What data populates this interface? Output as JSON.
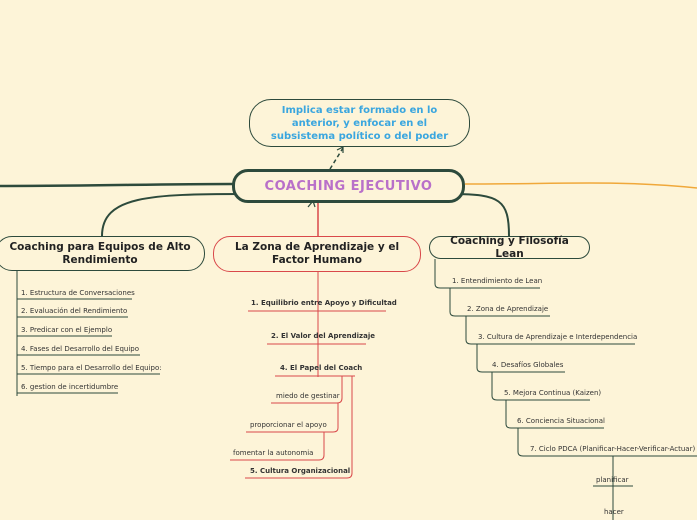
{
  "central": {
    "label": "COACHING EJECUTIVO"
  },
  "callout": {
    "text": "Implica estar formado en lo anterior, y enfocar en el subsistema político o del poder"
  },
  "left_branch": {
    "title": "Coaching para Equipos de Alto Rendimiento",
    "items": [
      "1. Estructura de Conversaciones",
      "2. Evaluación del Rendimiento",
      "3. Predicar con el Ejemplo",
      "4. Fases del Desarrollo del Equipo",
      "5. Tiempo para el Desarrollo del Equipo:",
      "6. gestion de incertidumbre"
    ]
  },
  "middle_branch": {
    "title": "La Zona de Aprendizaje y el Factor Humano",
    "items": [
      "1. Equilibrio entre Apoyo y Dificultad",
      "2. El Valor del Aprendizaje",
      "4. El Papel del Coach",
      "5. Cultura Organizacional"
    ],
    "coach_subitems": [
      "miedo de gestinar",
      "proporcionar el apoyo",
      "fomentar la autonomia"
    ]
  },
  "right_branch": {
    "title": "Coaching y Filosofía Lean",
    "items": [
      "1. Entendimiento de Lean",
      "2. Zona de Aprendizaje",
      "3. Cultura de Aprendizaje e Interdependencia",
      "4. Desafíos Globales",
      "5. Mejora Continua (Kaizen)",
      "6. Conciencia Situacional",
      "7. Ciclo PDCA (Planificar-Hacer-Verificar-Actuar)"
    ],
    "pdca_subitems": [
      "planificar",
      "hacer"
    ]
  },
  "colors": {
    "line_dark": "#2d4a3c",
    "line_red": "#d9484a",
    "line_orange": "#f0a83a",
    "central_text": "#b970c9",
    "callout_text": "#3aa6df",
    "background": "#fdf4d8"
  }
}
